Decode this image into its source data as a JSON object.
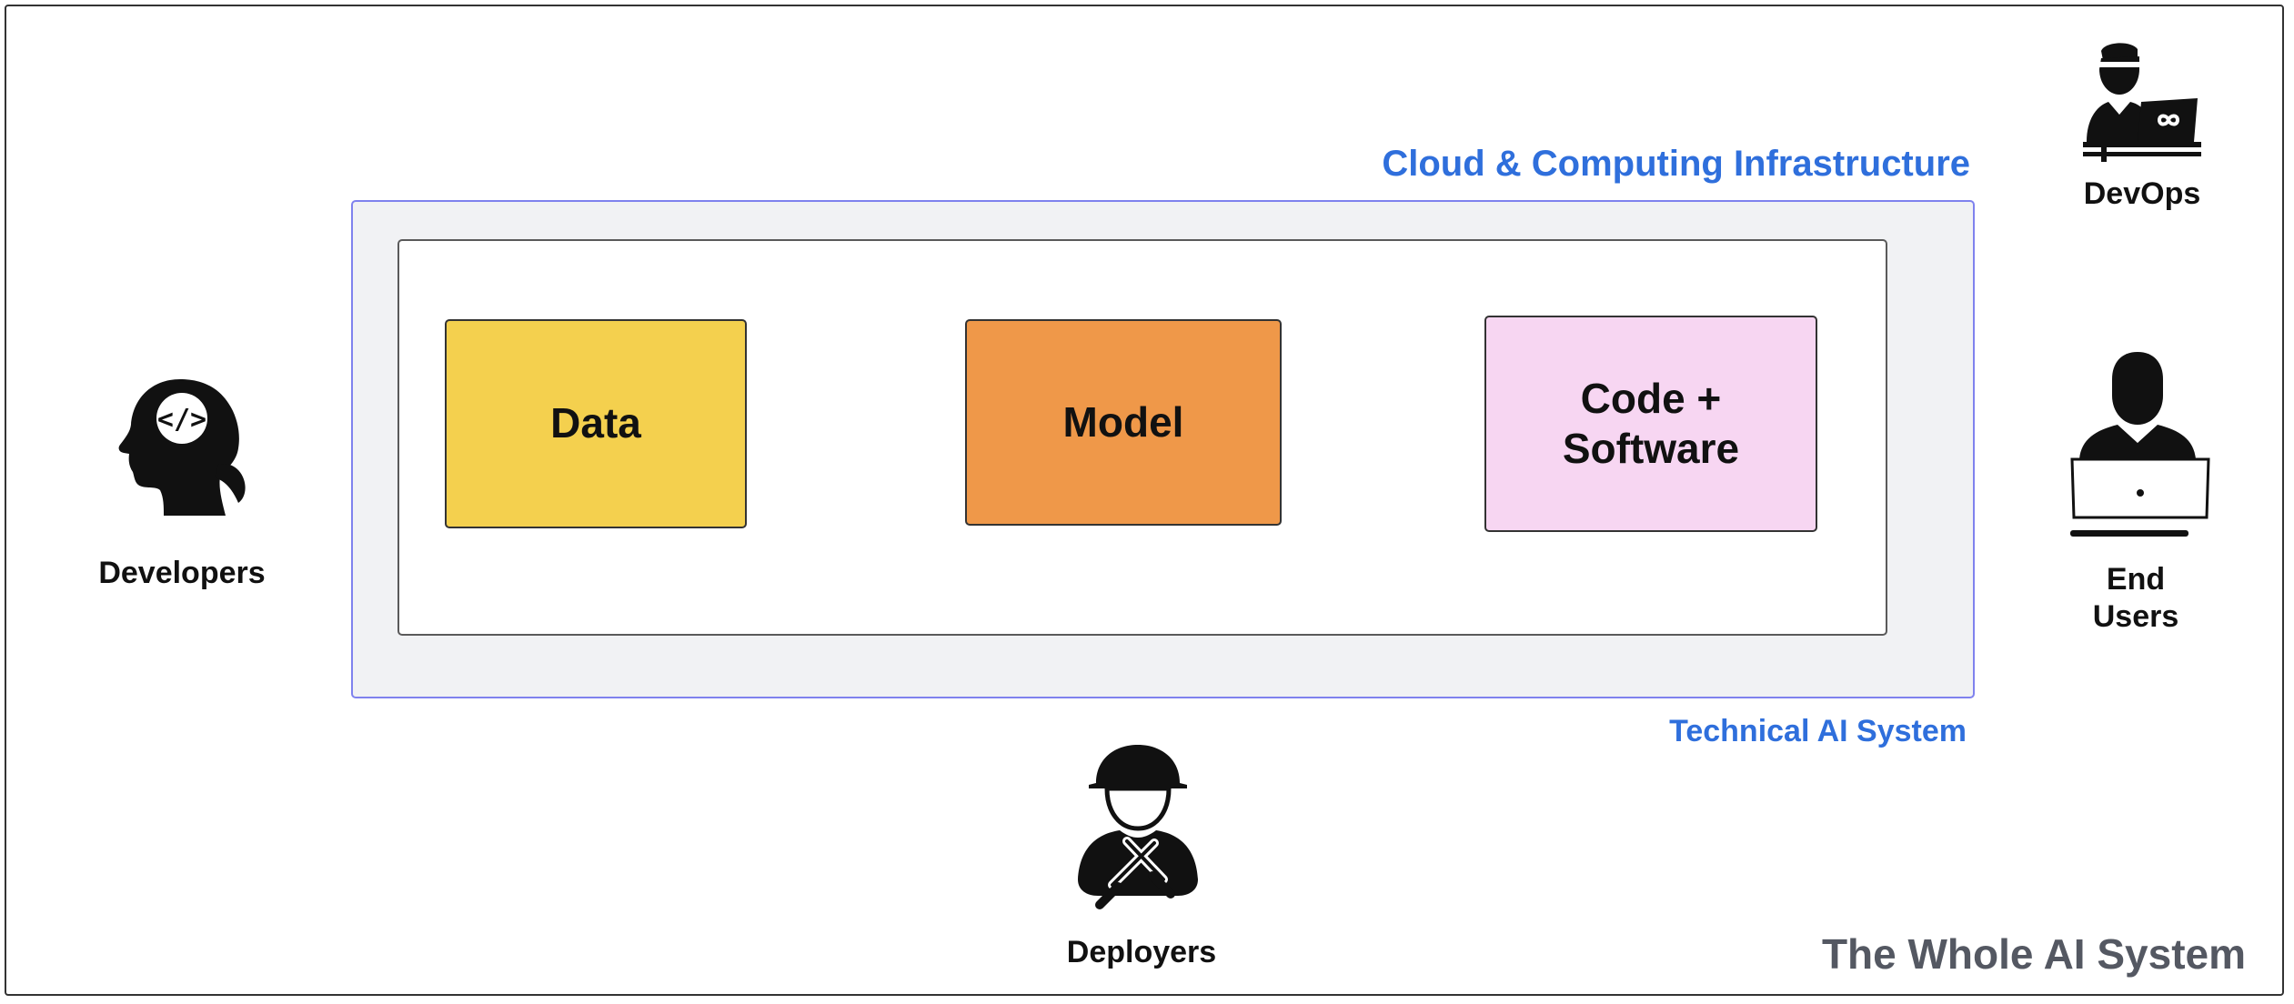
{
  "diagram": {
    "title": "The Whole AI System",
    "infrastructure_label": "Cloud & Computing Infrastructure",
    "technical_label": "Technical AI System",
    "components": {
      "data": {
        "label": "Data",
        "color": "#f4d04e"
      },
      "model": {
        "label": "Model",
        "color": "#ef9849"
      },
      "code": {
        "label": "Code +\nSoftware",
        "color": "#f7d6f2"
      }
    },
    "actors": {
      "developers": {
        "label": "Developers",
        "icon": "developer-head-code-icon"
      },
      "devops": {
        "label": "DevOps",
        "icon": "devops-laptop-icon"
      },
      "end_users": {
        "label": "End\nUsers",
        "icon": "user-laptop-icon"
      },
      "deployers": {
        "label": "Deployers",
        "icon": "worker-helmet-wrench-icon"
      }
    },
    "colors": {
      "label_blue": "#2f6fdc",
      "infra_border": "#7f82ee",
      "infra_fill": "#f1f2f4",
      "title_gray": "#545862"
    }
  }
}
